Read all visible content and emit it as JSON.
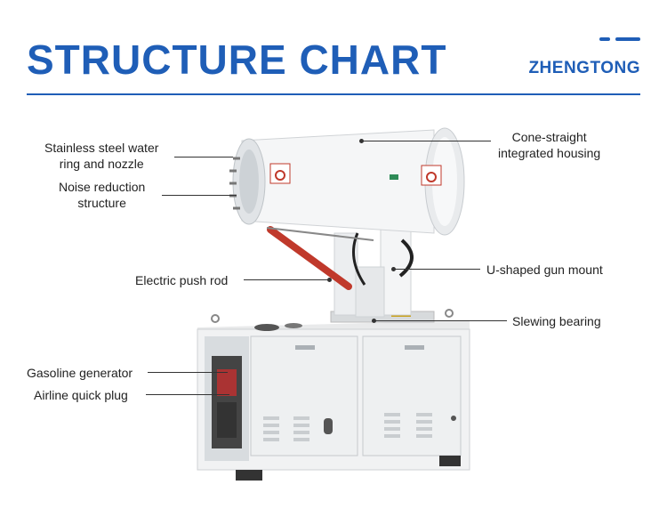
{
  "header": {
    "title": "STRUCTURE CHART",
    "brand": "ZHENGTONG"
  },
  "labels": {
    "nozzle_line1": "Stainless steel water",
    "nozzle_line2": "ring and nozzle",
    "noise_line1": "Noise reduction",
    "noise_line2": "structure",
    "push_rod": "Electric push rod",
    "generator": "Gasoline generator",
    "airline": "Airline quick plug",
    "housing_line1": "Cone-straight",
    "housing_line2": "integrated housing",
    "gun_mount": "U-shaped gun mount",
    "slewing": "Slewing bearing"
  },
  "colors": {
    "brand_blue": "#1f5eb7",
    "push_rod_red": "#c0392b"
  }
}
